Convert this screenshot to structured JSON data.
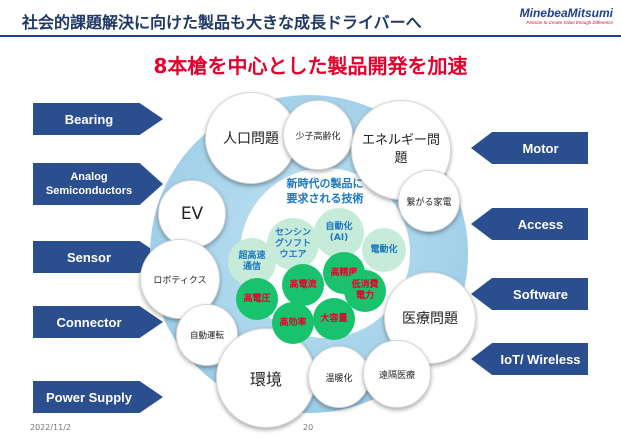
{
  "header": {
    "title": "社会的課題解決に向けた製品も大きな成長ドライバーへ",
    "logo": "MinebeaMitsumi",
    "logo_tagline": "Passion to Create Value through Difference"
  },
  "main_title": "8本槍を中心とした製品開発を加速",
  "left_labels": [
    "Bearing",
    "Analog Semiconductors",
    "Sensor",
    "Connector",
    "Power Supply"
  ],
  "right_labels": [
    "Motor",
    "Access",
    "Software",
    "IoT/ Wireless"
  ],
  "center_text": {
    "line1": "新時代の製品に",
    "line2": "要求される技術"
  },
  "outer_circles": {
    "population": "人口問題",
    "aging": "少子高齢化",
    "energy": "エネルギー問題",
    "appliance": "繋がる家電",
    "ev": "EV",
    "robotics": "ロボティクス",
    "autonomous": "自動運転",
    "environment": "環境",
    "warming": "温暖化",
    "medical": "医療問題",
    "remote_medical": "遠隔医療"
  },
  "tech_circles": {
    "sensing_software": "センシングソフトウエア",
    "ai": "自動化(AI)",
    "electrification": "電動化",
    "high_speed_comm": "超高速通信"
  },
  "core_circles": {
    "high_current": "高電流",
    "high_precision": "高精度",
    "high_voltage": "高電圧",
    "low_power": "低消費電力",
    "high_efficiency": "高効率",
    "large_capacity": "大容量"
  },
  "footer": {
    "date": "2022/11/2",
    "page": "20"
  },
  "colors": {
    "label_blue": "#2b4f8e",
    "title_red": "#e6002d",
    "header_navy": "#1f3864",
    "core_green": "#19c26c",
    "tech_light_green": "#c7ebd9",
    "bubble_blue": "#a4d2ea"
  }
}
